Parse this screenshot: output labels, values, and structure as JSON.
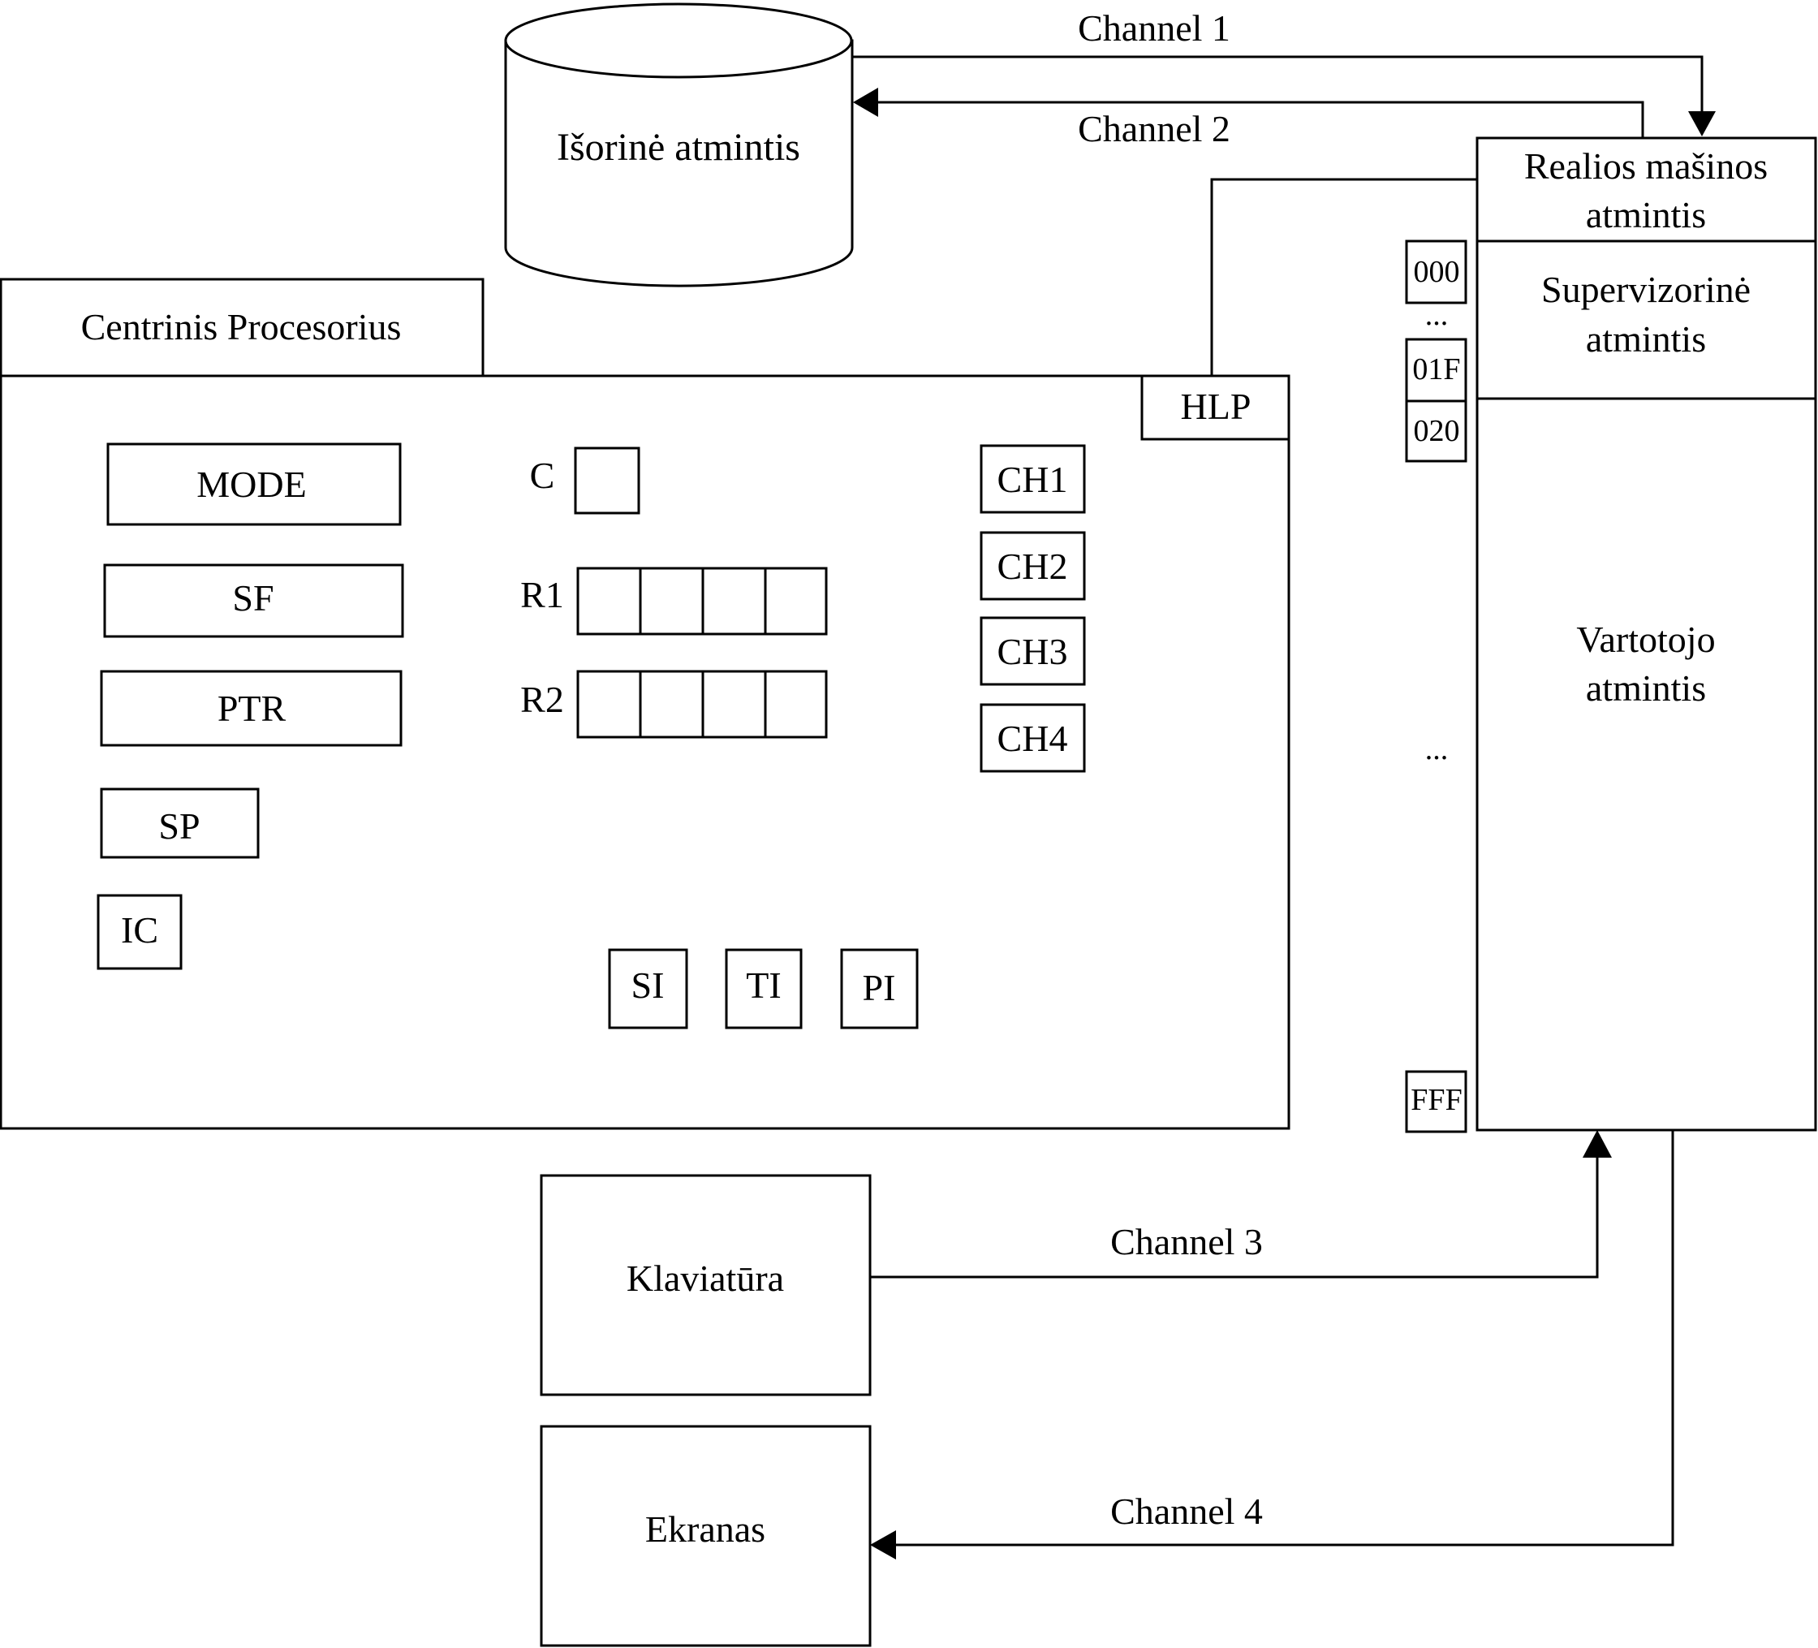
{
  "external_memory": {
    "label": "Išorinė atmintis"
  },
  "cpu": {
    "title": "Centrinis Procesorius",
    "hlp": "HLP",
    "registers": {
      "mode": "MODE",
      "sf": "SF",
      "ptr": "PTR",
      "sp": "SP",
      "ic": "IC",
      "c": "C",
      "r1": "R1",
      "r2": "R2"
    },
    "channels": [
      "CH1",
      "CH2",
      "CH3",
      "CH4"
    ],
    "interrupts": {
      "si": "SI",
      "ti": "TI",
      "pi": "PI"
    }
  },
  "real_memory": {
    "title_line1": "Realios mašinos",
    "title_line2": "atmintis",
    "supervisor_line1": "Supervizorinė",
    "supervisor_line2": "atmintis",
    "user_line1": "Vartotojo",
    "user_line2": "atmintis"
  },
  "addresses": {
    "a000": "000",
    "dots_top": "...",
    "a01f": "01F",
    "a020": "020",
    "dots_mid": "...",
    "afff": "FFF"
  },
  "devices": {
    "keyboard": "Klaviatūra",
    "screen": "Ekranas"
  },
  "channel_labels": {
    "channel1": "Channel 1",
    "channel2": "Channel 2",
    "channel3": "Channel 3",
    "channel4": "Channel 4"
  }
}
